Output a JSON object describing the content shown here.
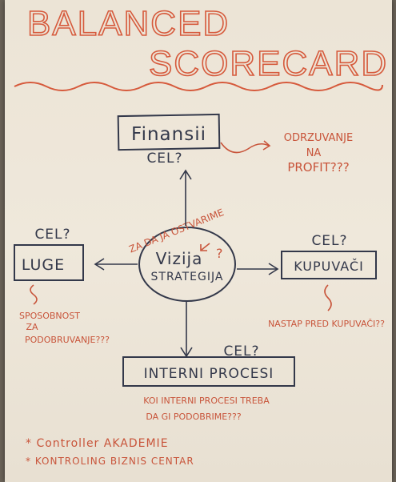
{
  "title": {
    "line1": "BALANCED",
    "line2": "SCORECARD"
  },
  "center": {
    "line1": "Vizija",
    "line2": "STRATEGIJA",
    "mark": "?"
  },
  "top_note": "ZA DA JA OSTVARIME",
  "nodes": {
    "finance": {
      "label": "Finansii",
      "cel": "CEL?",
      "note_lines": [
        "ODRZUVANJE",
        "NA",
        "PROFIT???"
      ]
    },
    "people": {
      "label": "LUGE",
      "cel": "CEL?",
      "note_lines": [
        "SPOSOBNOST",
        "ZA",
        "PODOBRUVANJE???"
      ]
    },
    "customers": {
      "label": "KUPUVAČI",
      "cel": "CEL?",
      "note_lines": [
        "NASTAP PRED KUPUVAČI??"
      ]
    },
    "processes": {
      "label": "INTERNI PROCESI",
      "cel": "CEL?",
      "note_lines": [
        "KOI INTERNI PROCESI TREBA",
        "DA GI PODOBRIME???"
      ]
    }
  },
  "footer": [
    "* Controller AKADEMIE",
    "* KONTROLING BIZNIS CENTAR"
  ],
  "colors": {
    "red_marker": "#c8543a",
    "blue_marker": "#33384a",
    "paper": "#ece4d6"
  }
}
